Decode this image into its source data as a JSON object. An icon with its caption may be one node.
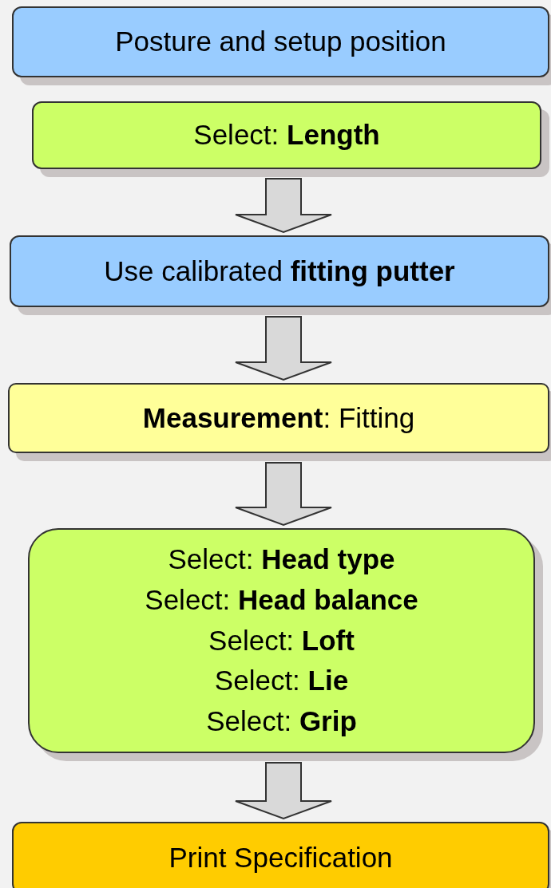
{
  "diagram": {
    "nodes": [
      {
        "text": [
          "Posture and setup position"
        ]
      },
      {
        "text": [
          "Select: **Length**"
        ]
      },
      {
        "text": [
          "Use calibrated **fitting putter**"
        ]
      },
      {
        "text": [
          "**Measurement**: Fitting"
        ]
      },
      {
        "text": [
          "Select: **Head type**",
          "Select: **Head balance**",
          "Select: **Loft**",
          "Select: **Lie**",
          "Select: **Grip**"
        ]
      },
      {
        "text": [
          "Print Specification"
        ]
      }
    ],
    "edges": [
      {
        "from": 1,
        "to": 2,
        "arrow": "to"
      },
      {
        "from": 2,
        "to": 3,
        "arrow": "to"
      },
      {
        "from": 3,
        "to": 4,
        "arrow": "to"
      },
      {
        "from": 4,
        "to": 5,
        "arrow": "to"
      }
    ]
  }
}
